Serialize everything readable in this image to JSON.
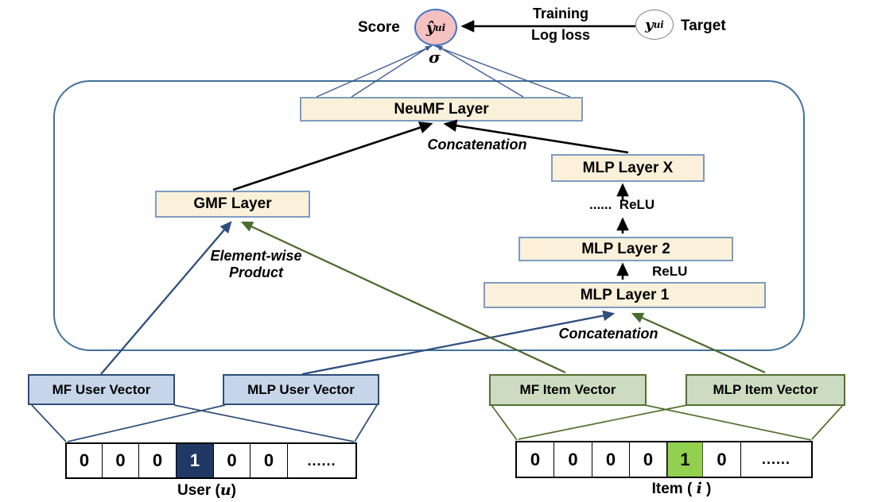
{
  "diagram": {
    "title_semantic": "Neural Matrix Factorization (NeuMF) architecture diagram",
    "output": {
      "score_label": "Score",
      "score_symbol": "ŷ",
      "score_sub": "ui",
      "sigma": "σ",
      "training_line1": "Training",
      "training_line2": "Log loss",
      "target_symbol": "y",
      "target_sub": "ui",
      "target_label": "Target"
    },
    "layers": {
      "neumf": "NeuMF Layer",
      "concat_top": "Concatenation",
      "gmf": "GMF Layer",
      "elementwise_line1": "Element-wise",
      "elementwise_line2": "Product",
      "mlp_x": "MLP Layer X",
      "dots": "......",
      "relu_upper": "ReLU",
      "relu_lower": "ReLU",
      "mlp_2": "MLP Layer 2",
      "mlp_1": "MLP Layer 1",
      "concat_bottom": "Concatenation"
    },
    "embeddings": {
      "mf_user": "MF User Vector",
      "mlp_user": "MLP User Vector",
      "mf_item": "MF Item Vector",
      "mlp_item": "MLP Item Vector"
    },
    "user_input": {
      "onehot": [
        "0",
        "0",
        "0",
        "1",
        "0",
        "0",
        "......"
      ],
      "hot_index": 3,
      "caption_pre": "User (",
      "caption_var": "u",
      "caption_post": ")"
    },
    "item_input": {
      "onehot": [
        "0",
        "0",
        "0",
        "0",
        "1",
        "0",
        "......"
      ],
      "hot_index": 4,
      "caption_pre": "Item ( ",
      "caption_var": "i",
      "caption_post": " )"
    }
  },
  "colors": {
    "layer_fill": "#FBF0D9",
    "layer_border": "#7E9CC0",
    "frame_border": "#41719C",
    "user_fill": "#C6D5E9",
    "user_border": "#2E4D7B",
    "item_fill": "#CDDCC1",
    "item_border": "#53702F",
    "user_hot_cell": "#1F3864",
    "item_hot_cell": "#92D050",
    "score_circle_fill": "#F5C2C1",
    "score_circle_border": "#4472C4",
    "blue_arrow": "#2F4E7E",
    "green_arrow": "#4C6B2F",
    "black_arrow": "#000000"
  }
}
